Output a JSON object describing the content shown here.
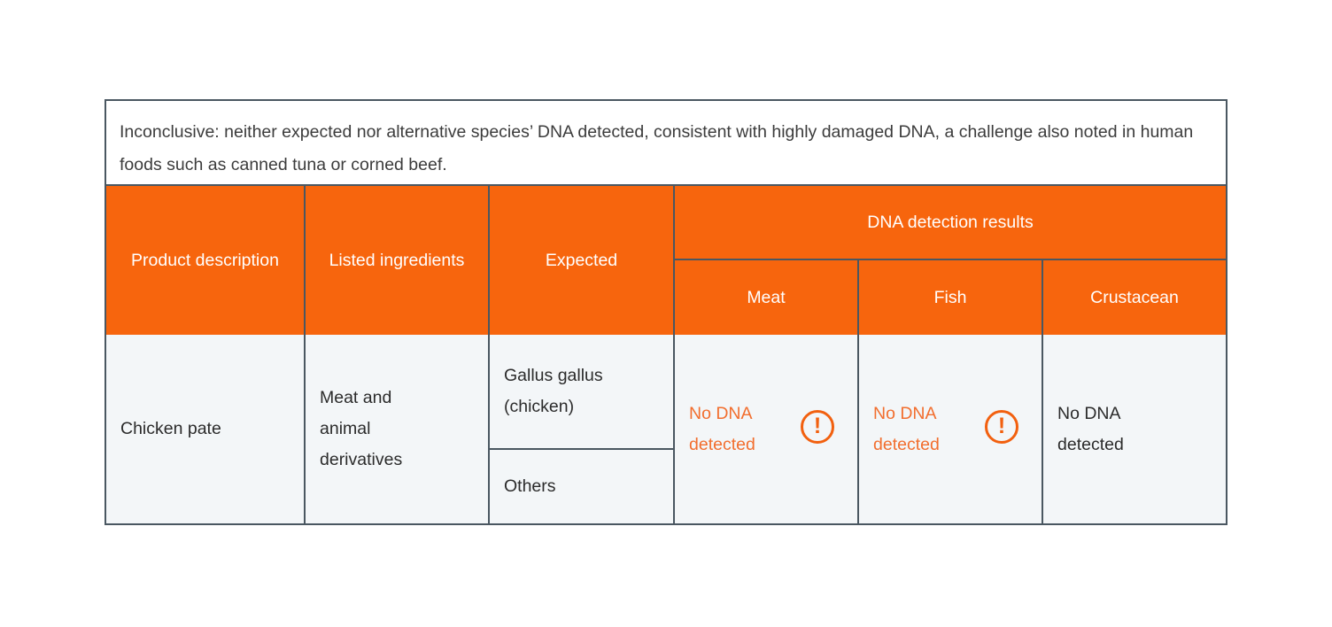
{
  "colors": {
    "header_orange": "#F7650D",
    "flag_text_orange": "#F26E2E",
    "icon_orange": "#F2600F",
    "border_slate": "#4A5761",
    "body_cell_bg": "#F3F6F8",
    "note_text": "#3C3C3C",
    "body_text": "#2B2B2B",
    "header_text": "#FFFFFF",
    "page_bg": "#FFFFFF"
  },
  "note": {
    "text": "Inconclusive: neither expected nor alternative species’ DNA detected, consistent with highly damaged DNA, a challenge also noted in human foods such as canned tuna or corned beef."
  },
  "table": {
    "headers": {
      "product": "Product description",
      "listed": "Listed ingredients",
      "expected": "Expected",
      "dna_group": "DNA detection results",
      "meat": "Meat",
      "fish": "Fish",
      "crustacean": "Crustacean"
    },
    "row": {
      "product": "Chicken pate",
      "listed": "Meat and animal derivatives",
      "expected_primary": "Gallus gallus (chicken)",
      "expected_secondary": "Others",
      "results": {
        "meat": {
          "text": "No DNA detected",
          "flagged": true,
          "icon": "exclamation-circle-icon",
          "icon_glyph": "!"
        },
        "fish": {
          "text": "No DNA detected",
          "flagged": true,
          "icon": "exclamation-circle-icon",
          "icon_glyph": "!"
        },
        "crustacean": {
          "text": "No DNA detected",
          "flagged": false
        }
      }
    }
  }
}
